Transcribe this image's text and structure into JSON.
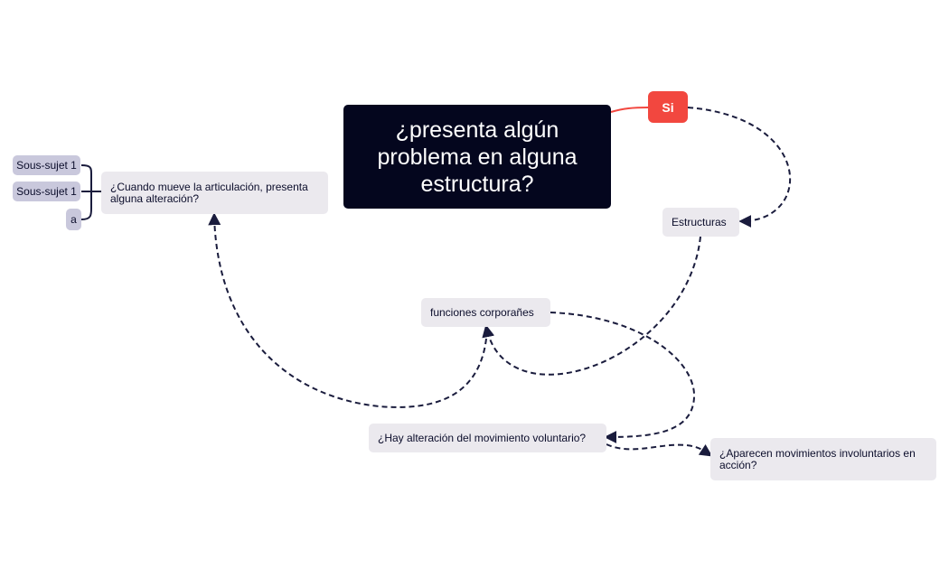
{
  "central_topic": "¿presenta algún problema en alguna estructura?",
  "si_label": "Si",
  "nodes": {
    "estructuras": "Estructuras",
    "funciones": "funciones corporañes",
    "cuando_mueve": "¿Cuando mueve la articulación, presenta alguna alteración?",
    "hay_alteracion": "¿Hay alteración del movimiento voluntario?",
    "aparecen": "¿Aparecen movimientos involuntarios en acción?"
  },
  "subtopics": [
    "Sous-sujet 1",
    "Sous-sujet 1",
    "a"
  ],
  "colors": {
    "central_bg": "#04061e",
    "si_bg": "#f2473f",
    "node_bg": "#ebe9ee",
    "subtopic_bg": "#c9c8dc",
    "connector": "#1a1c3d"
  }
}
